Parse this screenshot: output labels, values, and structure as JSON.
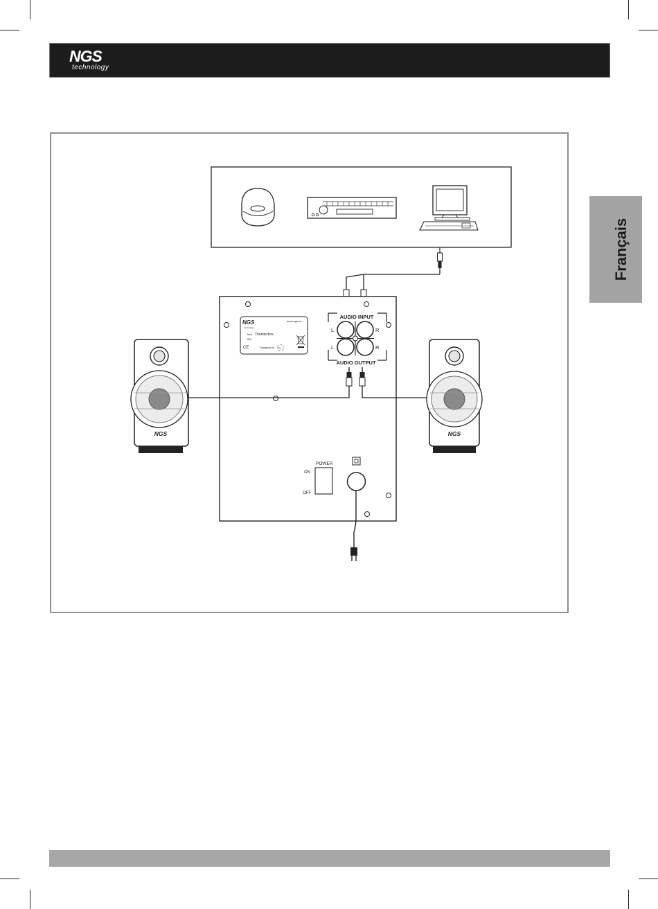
{
  "header": {
    "logo_main": "NGS",
    "logo_sub": "technology"
  },
  "language_tab": {
    "label": "Français"
  },
  "diagram": {
    "audio_input_label": "AUDIO INPUT",
    "audio_output_label": "AUDIO OUTPUT",
    "channel_left": "L",
    "channel_right": "R",
    "power_label": "POWER",
    "switch_on": "ON",
    "switch_off": "OFF",
    "product_label": {
      "brand": "NGS",
      "brand_sub": "technology",
      "url": "www.ngs.eu",
      "model_prefix": "Mod.",
      "model": "Thunderbox",
      "ref": "R/N",
      "ce": "CE",
      "designed_in": "Designed in",
      "designed_in_mark": "EU"
    },
    "speaker_brand": "NGS"
  },
  "colors": {
    "header_bg": "#1c1c1c",
    "tab_bg": "#a3a3a3",
    "footer_bg": "#a7a7a7",
    "frame_border": "#8f8f8f"
  }
}
